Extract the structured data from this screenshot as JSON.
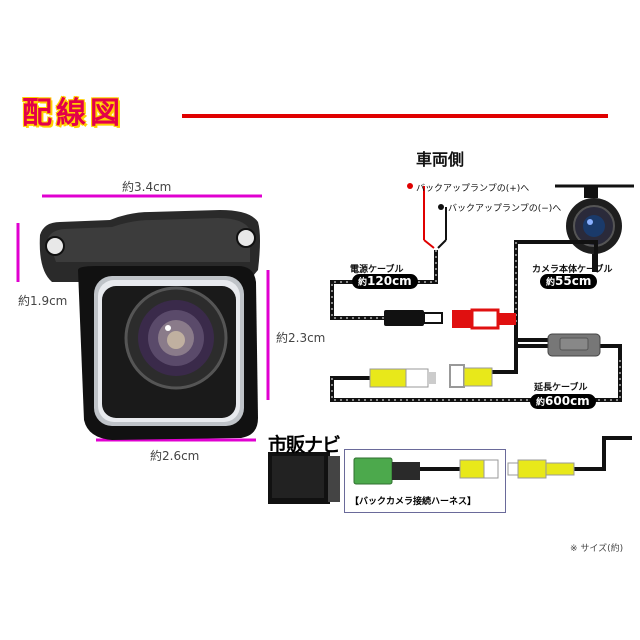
{
  "title": "配線図",
  "dimensions": {
    "top_width": "約3.4cm",
    "bottom_width": "約2.6cm",
    "left_height": "約1.9cm",
    "right_height": "約2.3cm"
  },
  "vehicle_side": {
    "heading": "車両側",
    "wire_plus": "バックアップランプの(+)へ",
    "wire_minus": "バックアップランプの(−)へ"
  },
  "cables": {
    "power": {
      "label": "電源ケーブル",
      "prefix": "約",
      "length": "120cm"
    },
    "camera": {
      "label": "カメラ本体ケーブル",
      "prefix": "約",
      "length": "55cm"
    },
    "extension": {
      "label": "延長ケーブル",
      "prefix": "約",
      "length": "600cm"
    }
  },
  "navi": {
    "label": "市販ナビ"
  },
  "harness": {
    "label": "【バックカメラ接続ハーネス】"
  },
  "note": "※ サイズ(約)",
  "colors": {
    "magenta": "#e000d0",
    "title_red": "#e3004a",
    "accent_red": "#e00000",
    "rca_yellow": "#e8e81a",
    "rca_red": "#e01010",
    "harness_green": "#4ca94c"
  }
}
